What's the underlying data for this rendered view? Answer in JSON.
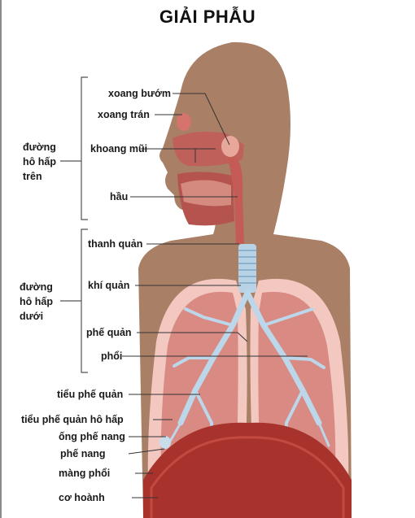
{
  "title": "GIẢI PHẪU",
  "groups": {
    "upper": [
      "đường",
      "hô hấp",
      "trên"
    ],
    "lower": [
      "đường",
      "hô hấp",
      "dưới"
    ]
  },
  "labels": {
    "sphenoid_sinus": "xoang bướm",
    "frontal_sinus": "xoang trán",
    "nasal_cavity": "khoang mũi",
    "pharynx": "hầu",
    "larynx": "thanh quản",
    "trachea": "khí quản",
    "bronchus": "phế quản",
    "lung": "phổi",
    "bronchiole": "tiểu phế quản",
    "respiratory_bronchiole": "tiểu phế quản hô hấp",
    "alveolar_duct": "ống phế nang",
    "alveolus": "phế nang",
    "pleura": "màng phổi",
    "diaphragm": "cơ hoành"
  },
  "colors": {
    "skin": "#a97f66",
    "lung_outer": "#f2c8c0",
    "lung_inner": "#d98a83",
    "airway": "#b8d2e6",
    "tissue": "#b5544e",
    "diaphragm": "#a8332d"
  }
}
